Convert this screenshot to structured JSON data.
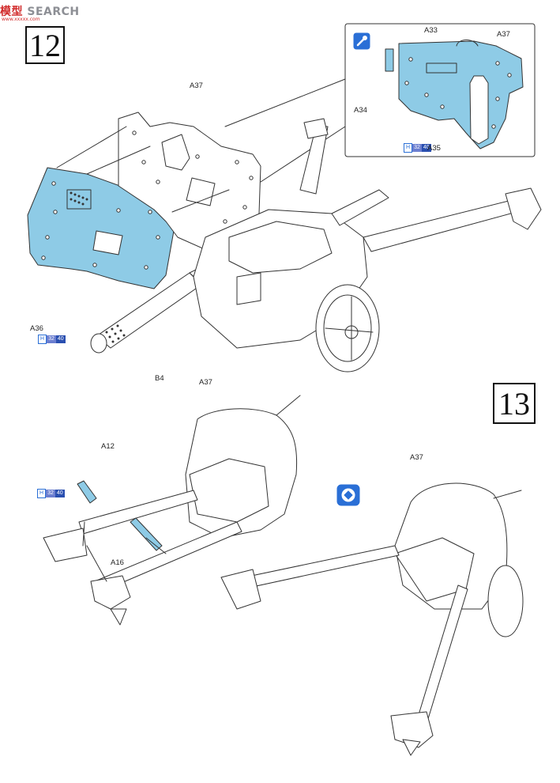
{
  "watermark": {
    "brand": "SEARCH",
    "logo_text": "模型",
    "sub": "www.xxxxx.com"
  },
  "steps": {
    "step12": "12",
    "step13": "13"
  },
  "step12": {
    "labels": {
      "a37_main": "A37",
      "a36": "A36",
      "b4": "B4"
    },
    "inset": {
      "a33": "A33",
      "a37": "A37",
      "a34": "A34",
      "a35": "A35"
    },
    "paint_codes": {
      "a36_h": "H",
      "a36_n1": "32",
      "a36_n2": "40",
      "a35_h": "H",
      "a35_n1": "32",
      "a35_n2": "40"
    }
  },
  "step13": {
    "labels": {
      "a37_left": "A37",
      "a12": "A12",
      "a16": "A16",
      "a37_right": "A37"
    },
    "paint_codes": {
      "a12_h": "H",
      "a12_n1": "32",
      "a12_n2": "40"
    }
  },
  "colors": {
    "part_fill": "#8ecbe6",
    "line": "#333333",
    "accent_blue": "#2a6fd6"
  }
}
